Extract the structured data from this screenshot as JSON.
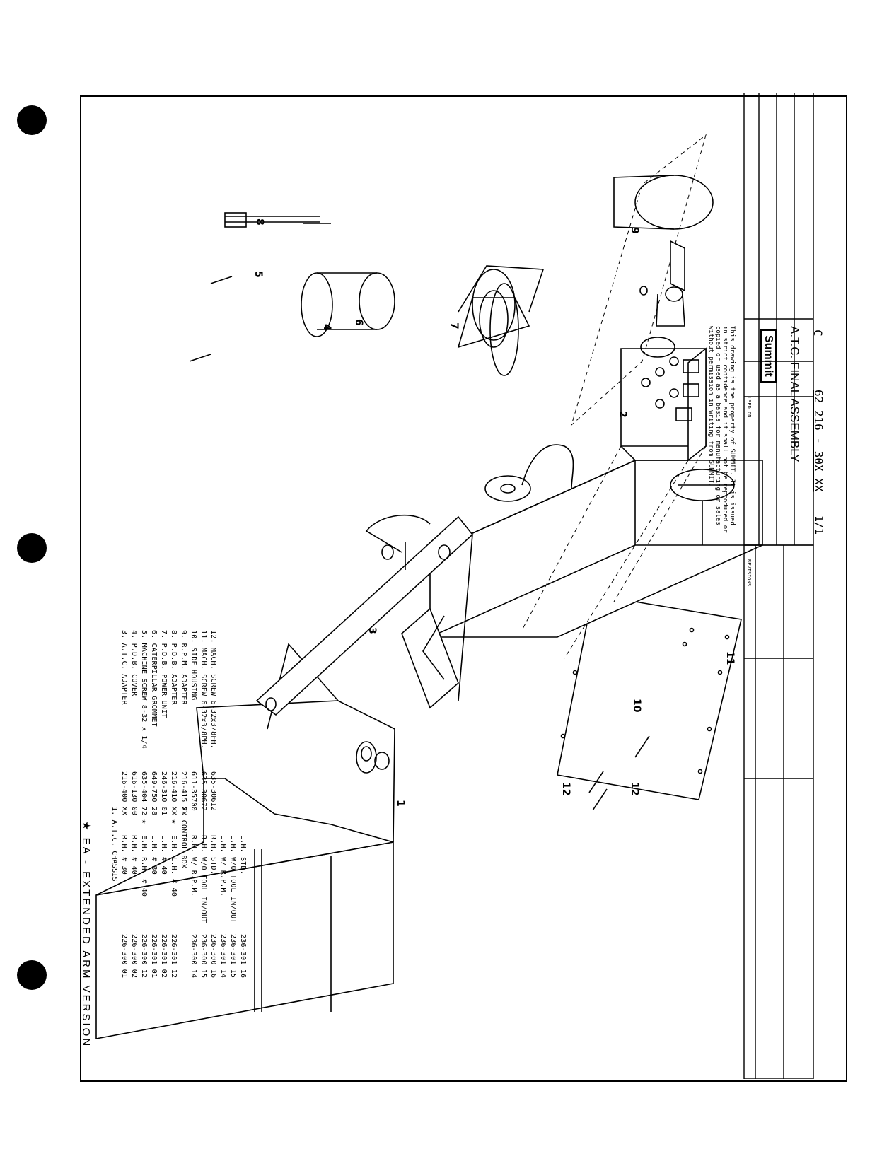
{
  "parts_list": {
    "chassis_header": "1. A.T.C. CHASSIS",
    "chassis_items": [
      {
        "mark": "",
        "desc": "R.H. # 30",
        "part": "226-300 01"
      },
      {
        "mark": "",
        "desc": "R.H. # 40",
        "part": "226-300 02"
      },
      {
        "mark": "★",
        "desc": "E.H. R.H. # 40",
        "part": "226-300 12"
      },
      {
        "mark": "",
        "desc": "L.H. # 30",
        "part": "226-301 01"
      },
      {
        "mark": "",
        "desc": "L.H. # 40",
        "part": "226-301 02"
      },
      {
        "mark": "★",
        "desc": "E.H. L.H. # 40",
        "part": "226-301 12"
      }
    ],
    "control_header": "2. CONTROL BOX",
    "control_items": [
      {
        "desc": "R.H. W/ R.P.M.",
        "part": "236-300 14"
      },
      {
        "desc": "R.H. W/O TOOL IN/OUT",
        "part": "236-300 15"
      },
      {
        "desc": "R.H. STD.",
        "part": "236-300 16"
      },
      {
        "desc": "L.H. W/ R.P.M.",
        "part": "236-301 14"
      },
      {
        "desc": "L.H. W/O TOOL IN/OUT",
        "part": "236-301 15"
      },
      {
        "desc": "L.H. STD.",
        "part": "236-301 16"
      }
    ],
    "items": [
      {
        "desc": "3. A.T.C. ADAPTER",
        "part": "216-400 XX"
      },
      {
        "desc": "4. P.D.B. COVER",
        "part": "616-130 00"
      },
      {
        "desc": "5. MACHINE SCREW 8-32 x 1/4",
        "part": "635-404 72"
      },
      {
        "desc": "6. CATERPILLAR GROMMET",
        "part": "649-750 28"
      },
      {
        "desc": "7. P.D.B. POWER UNIT",
        "part": "246-310 01"
      },
      {
        "desc": "8. P.D.B. ADAPTER",
        "part": "216-410 XX"
      },
      {
        "desc": "9. R.P.M. ADAPTER",
        "part": "216-415 XX"
      },
      {
        "desc": "10.  SIDE HOUSING",
        "part": "611-35700"
      },
      {
        "desc": "11.  MACH. SCREW 6-32x3/8PH.",
        "part": "635-30672"
      },
      {
        "desc": "12.  MACH. SCREW 6-32x3/8FH.",
        "part": "635-30612"
      }
    ],
    "footnote": "★  EA - EXTENDED ARM VERSION"
  },
  "callouts": [
    "1",
    "2",
    "3",
    "4",
    "5",
    "6",
    "7",
    "8",
    "9",
    "10",
    "11",
    "12",
    "12"
  ],
  "title_block": {
    "confidentiality": [
      "This drawing is the property of SUMMIT.  It is issued",
      "in strict confidence and it shall not be reproduced or",
      "copied or used as a basis for manufacturing or sales",
      "without permission in writing from SUMMIT."
    ],
    "company": "Summit",
    "title": "A.T.C.  FINAL  ASSEMBLY",
    "size": "C",
    "drawing_number": "62  216 - 30X  XX",
    "sheet": "1/1",
    "revisions_label": "REVISIONS",
    "used_on_label": "USED ON"
  }
}
